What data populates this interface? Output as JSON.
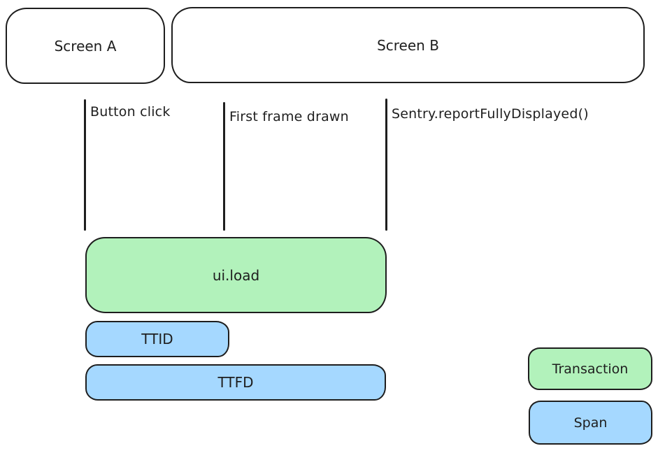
{
  "screens": [
    {
      "label": "Screen A"
    },
    {
      "label": "Screen B"
    }
  ],
  "events": [
    {
      "label": "Button click"
    },
    {
      "label": "First frame drawn"
    },
    {
      "label": "Sentry.reportFullyDisplayed()"
    }
  ],
  "bars": [
    {
      "label": "ui.load",
      "kind": "transaction"
    },
    {
      "label": "TTID",
      "kind": "span"
    },
    {
      "label": "TTFD",
      "kind": "span"
    }
  ],
  "legend": [
    {
      "label": "Transaction",
      "color": "#b2f2bb"
    },
    {
      "label": "Span",
      "color": "#a5d8ff"
    }
  ],
  "colors": {
    "transaction_fill": "#b2f2bb",
    "span_fill": "#a5d8ff",
    "stroke": "#1e1e1e",
    "background": "#ffffff"
  }
}
